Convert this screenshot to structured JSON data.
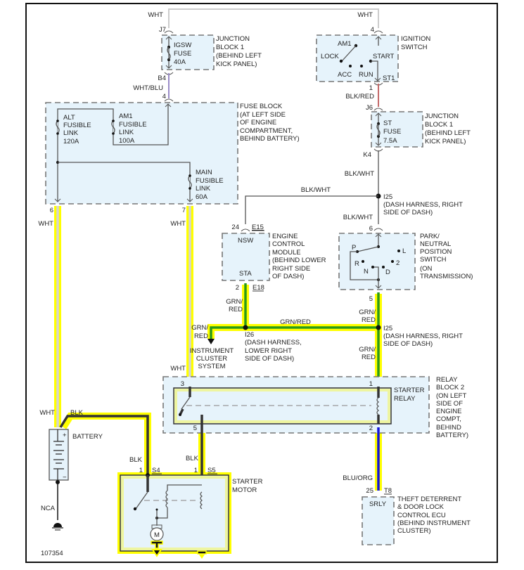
{
  "diagram": {
    "title": "Starting System Wiring Diagram",
    "figure_id": "107354",
    "colors": {
      "highlight": "#ffff00",
      "grn_red_wire": "#2a9a18",
      "blu_org_wire": "#1414d8",
      "blk_wire": "#333333",
      "wht_wire": "#cccccc",
      "blk_red_wire": "#c46a6a",
      "component_fill": "#e6f3fb"
    },
    "wire_labels": {
      "wht_top_left": "WHT",
      "wht_top_right": "WHT",
      "wht_blu": "WHT/BLU",
      "blk_red": "BLK/RED",
      "blk_wht_1": "BLK/WHT",
      "blk_wht_2": "BLK/WHT",
      "blk_wht_3": "BLK/WHT",
      "wht_left": "WHT",
      "wht_mid": "WHT",
      "grn_red_ecm": "GRN/\nRED",
      "grn_red_horizontal": "GRN/RED",
      "grn_red_cluster": "GRN/\nRED",
      "grn_red_pnp": "GRN/\nRED",
      "grn_red_relay": "GRN/\nRED",
      "wht_relay": "WHT",
      "wht_battery": "WHT",
      "blk_battery": "BLK",
      "blk_s4": "BLK",
      "blk_s5": "BLK",
      "blu_org": "BLU/ORG",
      "nca": "NCA"
    },
    "pins": {
      "j7": "J7",
      "b4": "B4",
      "fb4": "4",
      "ig4": "4",
      "st1": "ST1",
      "ig1": "1",
      "j6": "J6",
      "k4": "K4",
      "fb6": "6",
      "fb7": "7",
      "ecm24": "24",
      "e15": "E15",
      "ecm2": "2",
      "e18": "E18",
      "pnp6": "6",
      "pnp5": "5",
      "r3": "3",
      "r1": "1",
      "r5": "5",
      "r2": "2",
      "s4_pin": "1",
      "s4": "S4",
      "s5_pin": "1",
      "s5": "S5",
      "t8_pin": "25",
      "t8": "T8"
    },
    "components": {
      "jb1_igsw": {
        "fuse": [
          "IGSW",
          "FUSE",
          "40A"
        ],
        "label": [
          "JUNCTION",
          "BLOCK 1",
          "(BEHIND LEFT",
          "KICK PANEL)"
        ]
      },
      "ignition_switch": {
        "terminals": [
          "AM1",
          "LOCK",
          "START",
          "ACC",
          "RUN"
        ],
        "label": [
          "IGNITION",
          "SWITCH"
        ]
      },
      "fuse_block": {
        "alt": [
          "ALT",
          "FUSIBLE",
          "LINK",
          "120A"
        ],
        "am1": [
          "AM1",
          "FUSIBLE",
          "LINK",
          "100A"
        ],
        "main": [
          "MAIN",
          "FUSIBLE",
          "LINK",
          "60A"
        ],
        "label": [
          "FUSE BLOCK",
          "(AT LEFT SIDE",
          "OF ENGINE",
          "COMPARTMENT,",
          "BEHIND BATTERY)"
        ]
      },
      "jb1_st": {
        "fuse": [
          "ST",
          "FUSE",
          "7.5A"
        ],
        "label": [
          "JUNCTION",
          "BLOCK 1",
          "(BEHIND LEFT",
          "KICK PANEL)"
        ]
      },
      "i25_top": {
        "label": [
          "I25",
          "(DASH HARNESS, RIGHT",
          "SIDE OF DASH)"
        ]
      },
      "ecm": {
        "terminals": [
          "NSW",
          "STA"
        ],
        "label": [
          "ENGINE",
          "CONTROL",
          "MODULE",
          "(BEHIND LOWER",
          "RIGHT SIDE",
          "OF DASH)"
        ]
      },
      "pnp_switch": {
        "positions": [
          "P",
          "R",
          "N",
          "D",
          "2",
          "L"
        ],
        "label": [
          "PARK/",
          "NEUTRAL",
          "POSITION",
          "SWITCH",
          "(ON",
          "TRANSMISSION)"
        ]
      },
      "i26": {
        "label": [
          "I26",
          "(DASH HARNESS,",
          "LOWER RIGHT",
          "SIDE OF DASH)"
        ]
      },
      "i25_bottom": {
        "label": [
          "I25",
          "(DASH HARNESS, RIGHT",
          "SIDE OF DASH)"
        ]
      },
      "instrument_cluster": {
        "label": [
          "INSTRUMENT",
          "CLUSTER",
          "SYSTEM"
        ]
      },
      "relay_block": {
        "relay_label": [
          "STARTER",
          "RELAY"
        ],
        "label": [
          "RELAY",
          "BLOCK 2",
          "(ON LEFT",
          "SIDE OF",
          "ENGINE",
          "COMPT,",
          "BEHIND",
          "BATTERY)"
        ]
      },
      "battery": {
        "label": "BATTERY",
        "plus": "+",
        "minus": "−"
      },
      "starter_motor": {
        "label": [
          "STARTER",
          "MOTOR"
        ],
        "motor": "M"
      },
      "theft_ecu": {
        "terminal": "SRLY",
        "label": [
          "THEFT DETERRENT",
          "& DOOR LOCK",
          "CONTROL ECU",
          "(BEHIND INSTRUMENT",
          "CLUSTER)"
        ]
      }
    }
  }
}
